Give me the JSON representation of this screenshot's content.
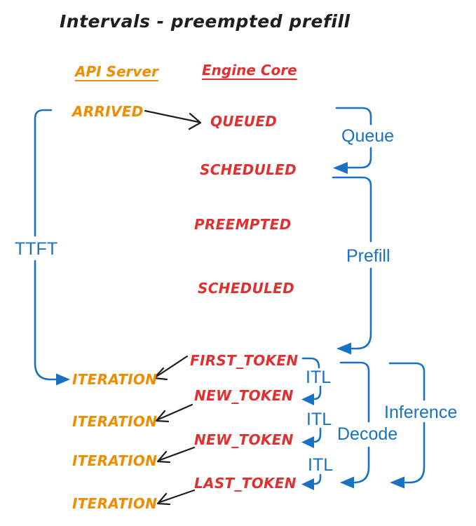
{
  "title": "Intervals - preempted prefill",
  "columns": {
    "api_server": "API Server",
    "engine_core": "Engine Core"
  },
  "api_events": {
    "arrived": "ARRIVED",
    "iteration1": "ITERATION",
    "iteration2": "ITERATION",
    "iteration3": "ITERATION",
    "iteration4": "ITERATION"
  },
  "engine_events": {
    "queued": "QUEUED",
    "scheduled1": "SCHEDULED",
    "preempted": "PREEMPTED",
    "scheduled2": "SCHEDULED",
    "first_token": "FIRST_TOKEN",
    "new_token1": "NEW_TOKEN",
    "new_token2": "NEW_TOKEN",
    "last_token": "LAST_TOKEN"
  },
  "intervals": {
    "ttft": "TTFT",
    "queue": "Queue",
    "prefill": "Prefill",
    "itl1": "ITL",
    "itl2": "ITL",
    "itl3": "ITL",
    "decode": "Decode",
    "inference": "Inference"
  },
  "colors": {
    "api_server_orange": "#f08c00",
    "engine_core_red": "#e03131",
    "interval_blue": "#1971c2",
    "arrow_black": "#1e1e1e",
    "background": "#ffffff"
  }
}
